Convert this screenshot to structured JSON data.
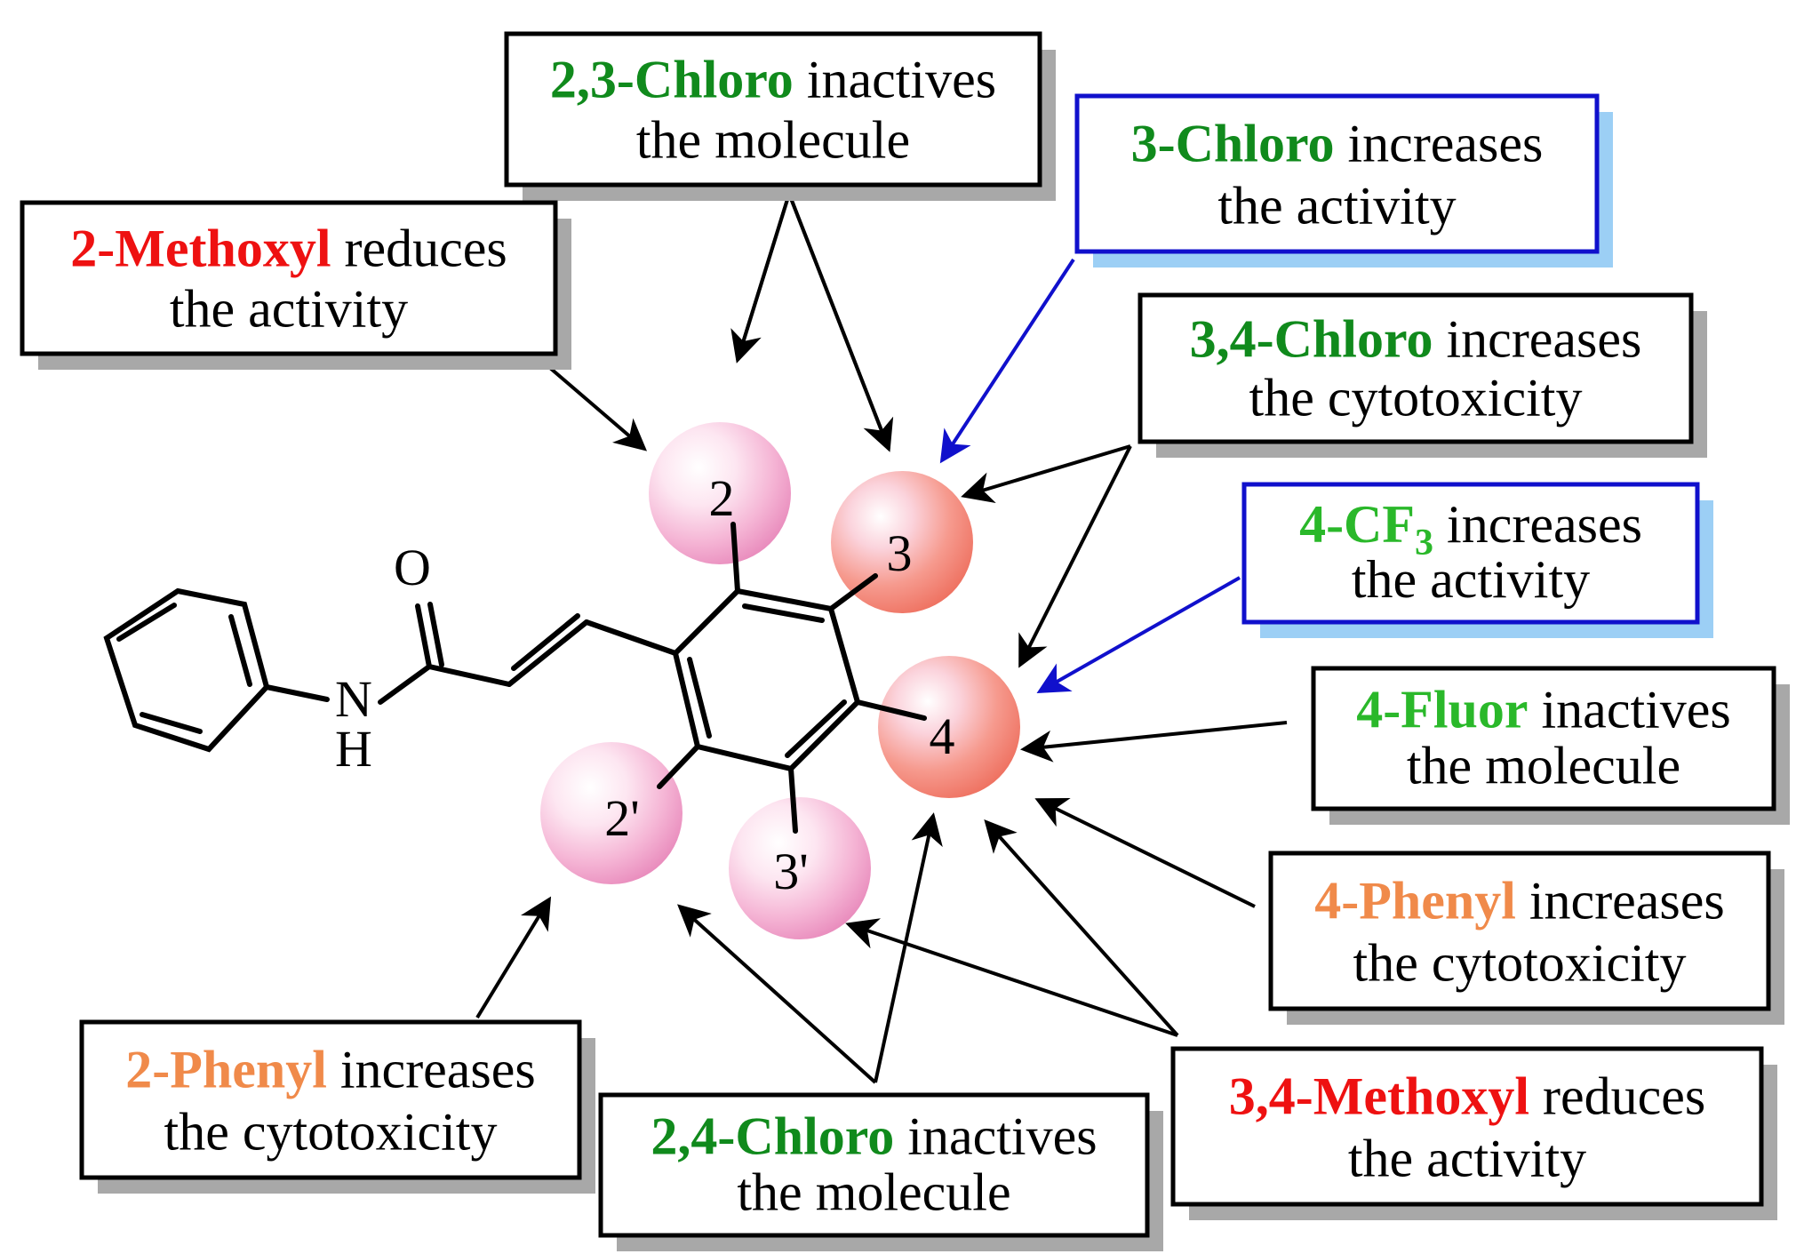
{
  "colors": {
    "green": "#108a1c",
    "bright_green": "#2ab82a",
    "red": "#ee1111",
    "orange": "#f08a4a",
    "border_black": "#000000",
    "border_blue": "#1010cc",
    "shadow": "#a8a8a8",
    "shadow_blue": "#9ccff5",
    "sphere_pink": "#f2a2cc",
    "sphere_salmon": "#f47b6a"
  },
  "molecule": {
    "atom_O": "O",
    "atom_N": "N",
    "atom_H": "H",
    "positions": {
      "p2": "2",
      "p3": "3",
      "p4": "4",
      "p2prime": "2'",
      "p3prime": "3'"
    }
  },
  "annotations": [
    {
      "id": "chloro23",
      "highlight": "2,3-Chloro",
      "color": "green",
      "rest": " inactives",
      "line2": "the molecule"
    },
    {
      "id": "chloro3",
      "highlight": "3-Chloro",
      "color": "green",
      "rest": " increases",
      "line2": "the activity"
    },
    {
      "id": "methoxyl2",
      "highlight": "2-Methoxyl",
      "color": "red",
      "rest": " reduces",
      "line2": "the activity"
    },
    {
      "id": "chloro34",
      "highlight": "3,4-Chloro",
      "color": "green",
      "rest": " increases",
      "line2": "the cytotoxicity"
    },
    {
      "id": "cf3",
      "highlight": "4-CF",
      "highlight_sub": "3",
      "color": "bright_green",
      "rest": " increases",
      "line2": "the activity"
    },
    {
      "id": "fluor4",
      "highlight": "4-Fluor",
      "color": "bright_green",
      "rest": " inactives",
      "line2": "the molecule"
    },
    {
      "id": "phenyl4",
      "highlight": "4-Phenyl",
      "color": "orange",
      "rest": " increases",
      "line2": "the cytotoxicity"
    },
    {
      "id": "phenyl2",
      "highlight": "2-Phenyl",
      "color": "orange",
      "rest": " increases",
      "line2": "the cytotoxicity"
    },
    {
      "id": "chloro24",
      "highlight": "2,4-Chloro",
      "color": "green",
      "rest": " inactives",
      "line2": "the molecule"
    },
    {
      "id": "methoxyl34",
      "highlight": "3,4-Methoxyl",
      "color": "red",
      "rest": " reduces",
      "line2": "the activity"
    }
  ]
}
